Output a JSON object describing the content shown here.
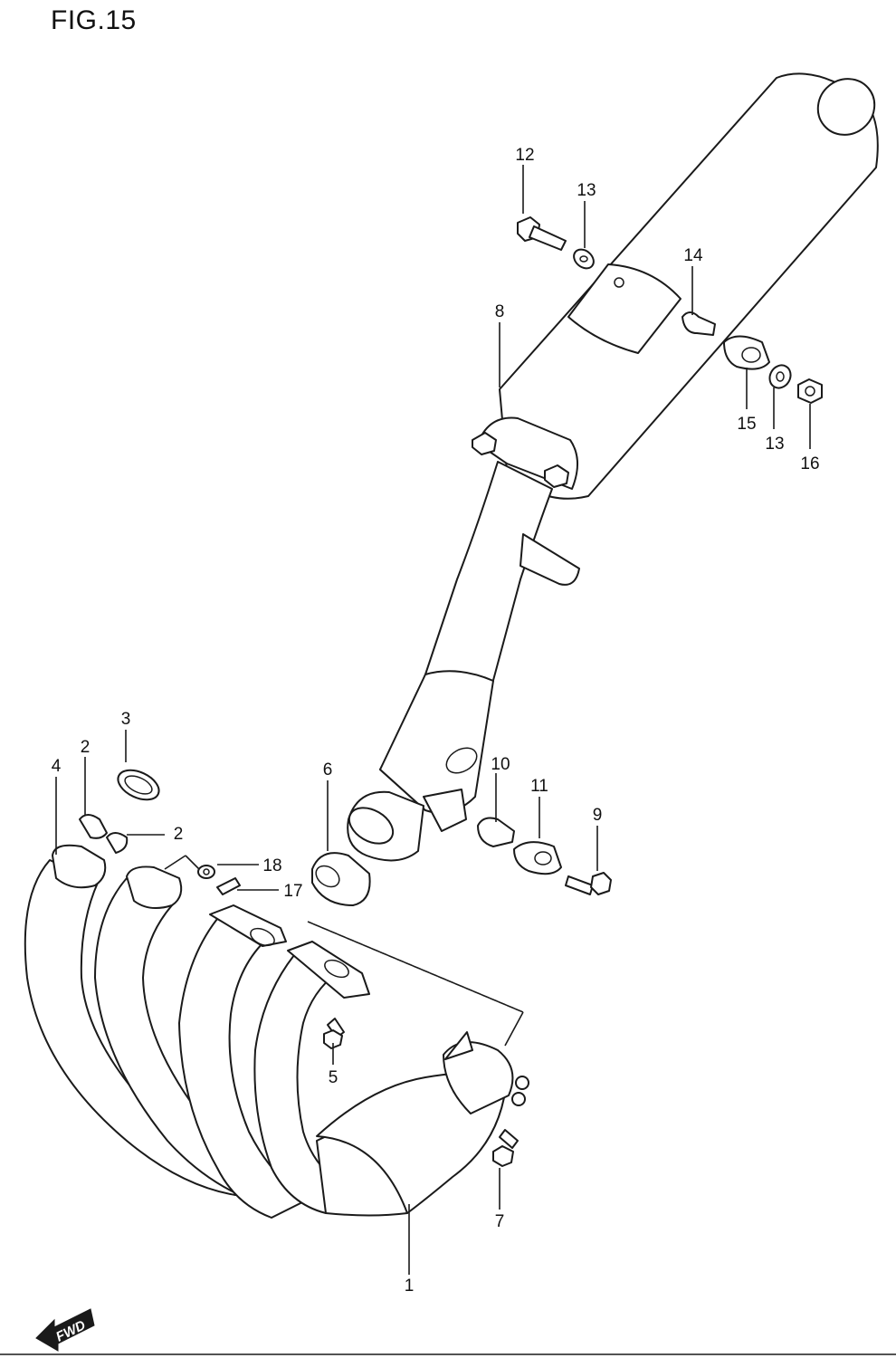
{
  "figure": {
    "title": "FIG.15"
  },
  "callouts": [
    {
      "id": "c1",
      "label": "1"
    },
    {
      "id": "c2a",
      "label": "2"
    },
    {
      "id": "c2b",
      "label": "2"
    },
    {
      "id": "c3",
      "label": "3"
    },
    {
      "id": "c4",
      "label": "4"
    },
    {
      "id": "c5",
      "label": "5"
    },
    {
      "id": "c6",
      "label": "6"
    },
    {
      "id": "c7",
      "label": "7"
    },
    {
      "id": "c8",
      "label": "8"
    },
    {
      "id": "c9",
      "label": "9"
    },
    {
      "id": "c10",
      "label": "10"
    },
    {
      "id": "c11",
      "label": "11"
    },
    {
      "id": "c12",
      "label": "12"
    },
    {
      "id": "c13a",
      "label": "13"
    },
    {
      "id": "c13b",
      "label": "13"
    },
    {
      "id": "c14",
      "label": "14"
    },
    {
      "id": "c15",
      "label": "15"
    },
    {
      "id": "c16",
      "label": "16"
    },
    {
      "id": "c17",
      "label": "17"
    },
    {
      "id": "c18",
      "label": "18"
    }
  ],
  "direction_badge": {
    "label": "FWD",
    "icon": "forward-arrow-icon"
  }
}
